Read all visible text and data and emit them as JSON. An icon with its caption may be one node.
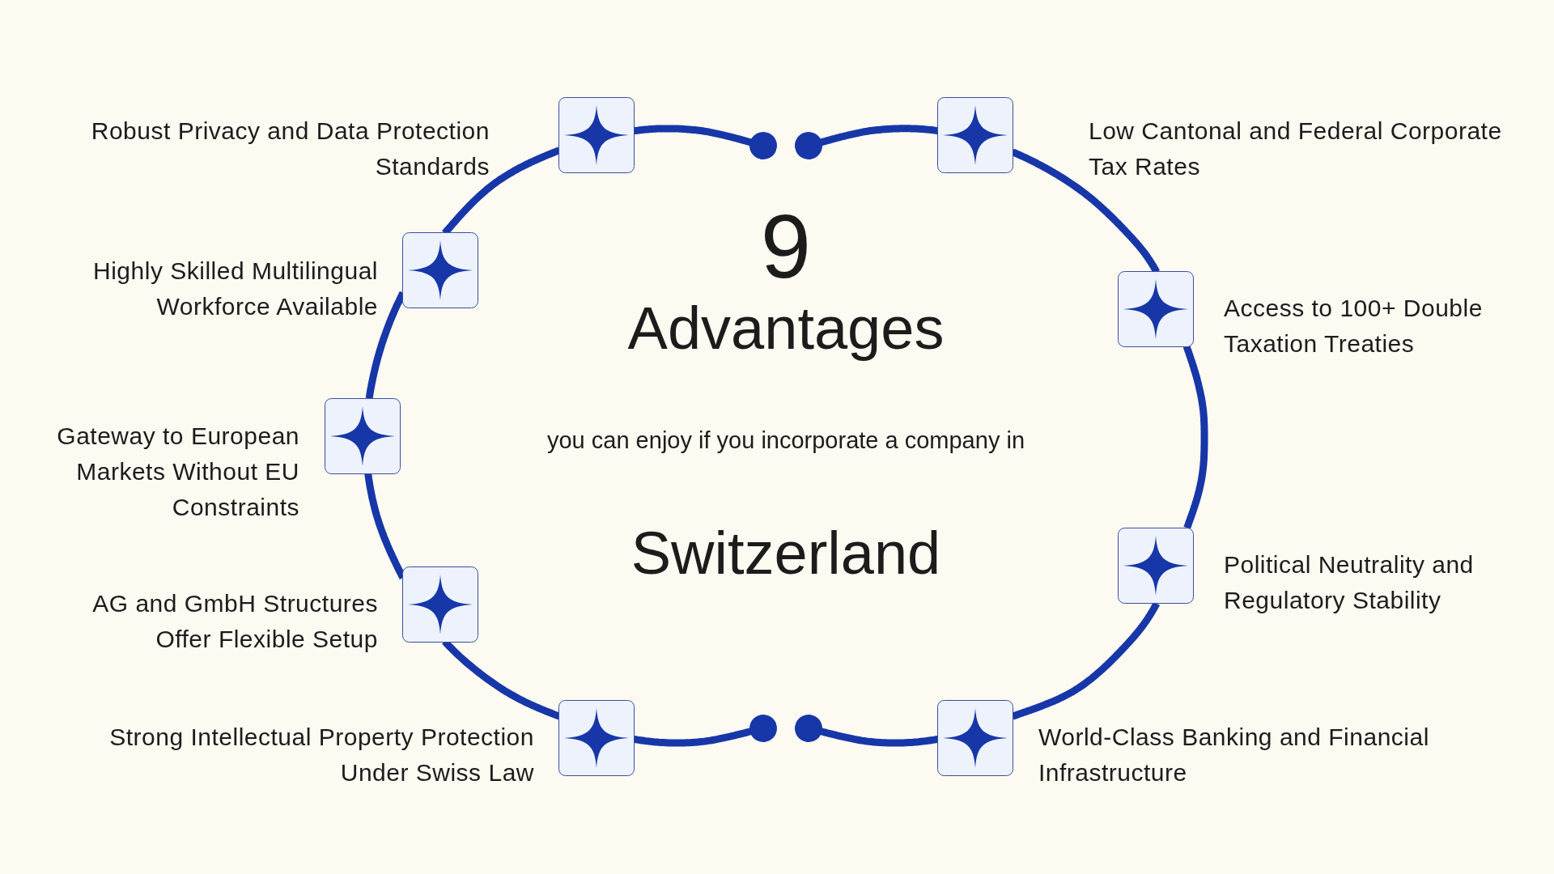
{
  "diagram": {
    "nodes": [
      {
        "text": [],
        "shape": "box",
        "beside": [
          "Robust Privacy and Data Protection Standards"
        ]
      },
      {
        "text": [],
        "shape": "box",
        "beside": [
          "Highly Skilled Multilingual Workforce Available"
        ]
      },
      {
        "text": [],
        "shape": "box",
        "beside": [
          "Gateway to European Markets Without EU Constraints"
        ]
      },
      {
        "text": [],
        "shape": "box",
        "beside": [
          "AG and GmbH Structures Offer Flexible Setup"
        ]
      },
      {
        "text": [],
        "shape": "box",
        "beside": [
          "Strong Intellectual Property Protection Under Swiss Law"
        ]
      },
      {
        "text": [],
        "shape": "box",
        "beside": [
          "Low Cantonal and Federal Corporate Tax Rates"
        ]
      },
      {
        "text": [],
        "shape": "box",
        "beside": [
          "Access to 100+ Double Taxation Treaties"
        ]
      },
      {
        "text": [],
        "shape": "box",
        "beside": [
          "Political Neutrality and Regulatory Stability"
        ]
      },
      {
        "text": [],
        "shape": "box",
        "beside": [
          "World-Class Banking and Financial Infrastructure"
        ]
      }
    ],
    "edges": [
      {
        "from": 0,
        "to": null,
        "arrow": "other"
      },
      {
        "from": 0,
        "to": 1,
        "arrow": "none"
      },
      {
        "from": 1,
        "to": 2,
        "arrow": "none"
      },
      {
        "from": 2,
        "to": 3,
        "arrow": "none"
      },
      {
        "from": 3,
        "to": 4,
        "arrow": "none"
      },
      {
        "from": 4,
        "to": null,
        "arrow": "other"
      },
      {
        "from": 5,
        "to": null,
        "arrow": "other"
      },
      {
        "from": 5,
        "to": 6,
        "arrow": "none"
      },
      {
        "from": 6,
        "to": 7,
        "arrow": "none"
      },
      {
        "from": 7,
        "to": 8,
        "arrow": "none"
      },
      {
        "from": 8,
        "to": null,
        "arrow": "other"
      }
    ],
    "labels": [
      "9",
      "Advantages",
      "you can enjoy if you incorporate a company in",
      "Switzerland"
    ]
  }
}
